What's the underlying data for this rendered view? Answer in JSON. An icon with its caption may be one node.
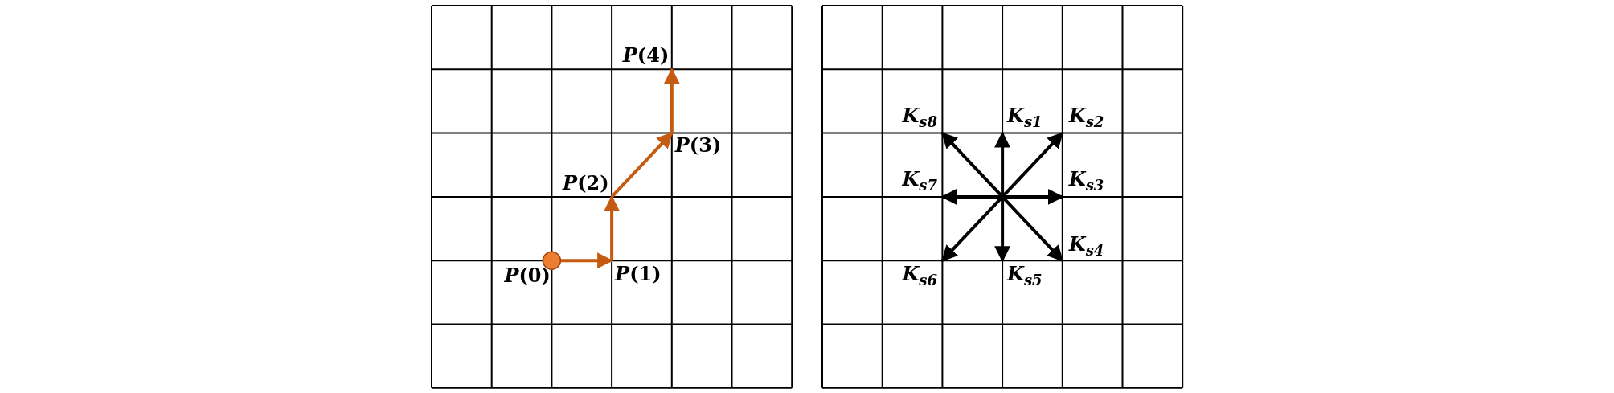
{
  "diagram": {
    "nodes": [
      {
        "text": [
          "*P*(0)"
        ]
      },
      {
        "text": [
          "*P*(1)"
        ]
      },
      {
        "text": [
          "*P*(2)"
        ]
      },
      {
        "text": [
          "*P*(3)"
        ]
      },
      {
        "text": [
          "*P*(4)"
        ]
      },
      {
        "text": [
          "*K*$_{s1}$"
        ]
      },
      {
        "text": [
          "*K*$_{s2}$"
        ]
      },
      {
        "text": [
          "*K*$_{s3}$"
        ]
      },
      {
        "text": [
          "*K*$_{s4}$"
        ]
      },
      {
        "text": [
          "*K*$_{s5}$"
        ]
      },
      {
        "text": [
          "*K*$_{s6}$"
        ]
      },
      {
        "text": [
          "*K*$_{s7}$"
        ]
      },
      {
        "text": [
          "*K*$_{s8}$"
        ]
      }
    ],
    "edges": [
      {
        "from": 0,
        "to": 1,
        "arrow": "to",
        "color": "#c55a11"
      },
      {
        "from": 1,
        "to": 2,
        "arrow": "to",
        "color": "#c55a11"
      },
      {
        "from": 2,
        "to": 3,
        "arrow": "to",
        "color": "#c55a11"
      },
      {
        "from": 3,
        "to": 4,
        "arrow": "to",
        "color": "#c55a11"
      },
      {
        "from": null,
        "to": 5,
        "arrow": "to"
      },
      {
        "from": null,
        "to": 6,
        "arrow": "to"
      },
      {
        "from": null,
        "to": 7,
        "arrow": "to"
      },
      {
        "from": null,
        "to": 8,
        "arrow": "to"
      },
      {
        "from": null,
        "to": 9,
        "arrow": "to"
      },
      {
        "from": null,
        "to": 10,
        "arrow": "to"
      },
      {
        "from": null,
        "to": 11,
        "arrow": "to"
      },
      {
        "from": null,
        "to": 12,
        "arrow": "to"
      }
    ]
  }
}
